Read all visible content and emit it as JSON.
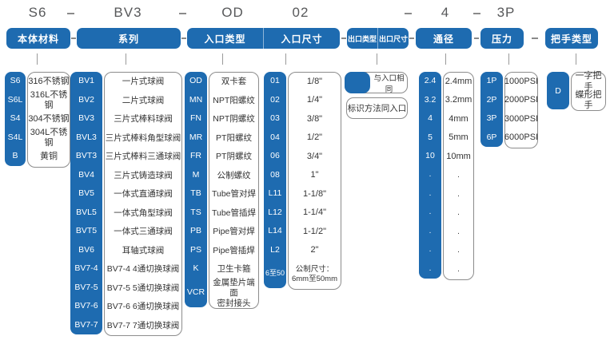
{
  "colors": {
    "accent_blue": "#1e6bb0"
  },
  "model_code": {
    "parts": [
      "S6",
      "BV3",
      "OD",
      "02",
      "4",
      "3P"
    ],
    "separator": "-"
  },
  "columns": {
    "material": {
      "header": "本体材料",
      "items": [
        {
          "code": "S6",
          "desc": "316不锈钢"
        },
        {
          "code": "S6L",
          "desc": "316L不锈钢"
        },
        {
          "code": "S4",
          "desc": "304不锈钢"
        },
        {
          "code": "S4L",
          "desc": "304L不锈钢"
        },
        {
          "code": "B",
          "desc": "黄铜"
        }
      ]
    },
    "series": {
      "header": "系列",
      "items": [
        {
          "code": "BV1",
          "desc": "一片式球阀"
        },
        {
          "code": "BV2",
          "desc": "二片式球阀"
        },
        {
          "code": "BV3",
          "desc": "三片式棒料球阀"
        },
        {
          "code": "BVL3",
          "desc": "三片式棒料角型球阀"
        },
        {
          "code": "BVT3",
          "desc": "三片式棒料三通球阀"
        },
        {
          "code": "BV4",
          "desc": "三片式铸造球阀"
        },
        {
          "code": "BV5",
          "desc": "一体式直通球阀"
        },
        {
          "code": "BVL5",
          "desc": "一体式角型球阀"
        },
        {
          "code": "BVT5",
          "desc": "一体式三通球阀"
        },
        {
          "code": "BV6",
          "desc": "耳轴式球阀"
        },
        {
          "code": "BV7-4",
          "desc": "BV7-4 4通切换球阀"
        },
        {
          "code": "BV7-5",
          "desc": "BV7-5 5通切换球阀"
        },
        {
          "code": "BV7-6",
          "desc": "BV7-6 6通切换球阀"
        },
        {
          "code": "BV7-7",
          "desc": "BV7-7 7通切换球阀"
        }
      ]
    },
    "inlet_type": {
      "header": "入口类型",
      "items": [
        {
          "code": "OD",
          "desc": "双卡套"
        },
        {
          "code": "MN",
          "desc": "NPT阳螺纹"
        },
        {
          "code": "FN",
          "desc": "NPT阴螺纹"
        },
        {
          "code": "MR",
          "desc": "PT阳螺纹"
        },
        {
          "code": "FR",
          "desc": "PT阴螺纹"
        },
        {
          "code": "M",
          "desc": "公制螺纹"
        },
        {
          "code": "TB",
          "desc": "Tube管对焊"
        },
        {
          "code": "TS",
          "desc": "Tube管插焊"
        },
        {
          "code": "PB",
          "desc": "Pipe管对焊"
        },
        {
          "code": "PS",
          "desc": "Pipe管插焊"
        },
        {
          "code": "K",
          "desc": "卫生卡箍"
        },
        {
          "code": "VCR",
          "desc": "金属垫片端面\n密封接头",
          "cls": "tall"
        }
      ]
    },
    "inlet_size": {
      "header": "入口尺寸",
      "items": [
        {
          "code": "01",
          "desc": "1/8\""
        },
        {
          "code": "02",
          "desc": "1/4\""
        },
        {
          "code": "03",
          "desc": "3/8\""
        },
        {
          "code": "04",
          "desc": "1/2\""
        },
        {
          "code": "06",
          "desc": "3/4\""
        },
        {
          "code": "08",
          "desc": "1\""
        },
        {
          "code": "L11",
          "desc": "1-1/8\""
        },
        {
          "code": "L12",
          "desc": "1-1/4\""
        },
        {
          "code": "L14",
          "desc": "1-1/2\""
        },
        {
          "code": "L2",
          "desc": "2\""
        },
        {
          "code": "6至50",
          "desc": "公制尺寸：\n6mm至50mm",
          "cls": "tall small"
        }
      ]
    },
    "outlet_type": {
      "header": "出口类型"
    },
    "outlet_size": {
      "header": "出口尺寸"
    },
    "outlet_notes": {
      "same_as_inlet": "与入口相同",
      "marking_note": "标识方法同入口"
    },
    "bore": {
      "header": "通径",
      "items": [
        {
          "code": "2.4",
          "desc": "2.4mm"
        },
        {
          "code": "3.2",
          "desc": "3.2mm"
        },
        {
          "code": "4",
          "desc": "4mm"
        },
        {
          "code": "5",
          "desc": "5mm"
        },
        {
          "code": "10",
          "desc": "10mm"
        },
        {
          "code": ".",
          "desc": ".",
          "cls": "dots"
        },
        {
          "code": ".",
          "desc": ".",
          "cls": "dots"
        },
        {
          "code": ".",
          "desc": ".",
          "cls": "dots"
        },
        {
          "code": ".",
          "desc": ".",
          "cls": "dots"
        },
        {
          "code": ".",
          "desc": ".",
          "cls": "dots"
        },
        {
          "code": ".",
          "desc": ".",
          "cls": "dots"
        }
      ]
    },
    "pressure": {
      "header": "压力",
      "items": [
        {
          "code": "1P",
          "desc": "1000PSI"
        },
        {
          "code": "2P",
          "desc": "2000PSI"
        },
        {
          "code": "3P",
          "desc": "3000PSI"
        },
        {
          "code": "6P",
          "desc": "6000PSI"
        }
      ]
    },
    "handle": {
      "header": "把手类型",
      "code_label": "D",
      "items": [
        {
          "desc": "一字把手"
        },
        {
          "desc": "蝶形把手"
        }
      ]
    }
  }
}
